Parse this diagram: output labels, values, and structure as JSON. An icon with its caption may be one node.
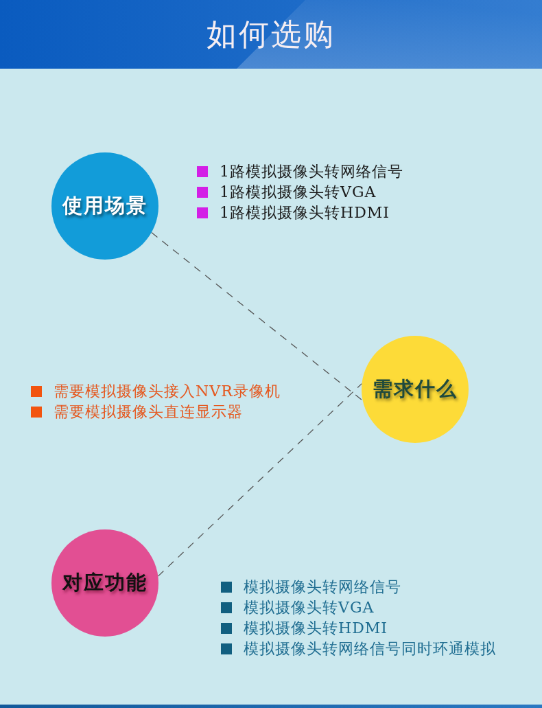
{
  "diagram": {
    "title": "如何选购",
    "nodes": [
      {
        "text": [
          "使用场景"
        ],
        "beside": [
          "1路模拟摄像头转网络信号",
          "1路模拟摄像头转VGA",
          "1路模拟摄像头转HDMI"
        ]
      },
      {
        "text": [
          "需求什么"
        ],
        "beside": [
          "需要模拟摄像头接入NVR录像机",
          "需要模拟摄像头直连显示器"
        ]
      },
      {
        "text": [
          "对应功能"
        ],
        "beside": [
          "模拟摄像头转网络信号",
          "模拟摄像头转VGA",
          "模拟摄像头转HDMI",
          "模拟摄像头转网络信号同时环通模拟"
        ]
      }
    ],
    "edges": [
      {
        "from": 0,
        "to": 1,
        "arrow": "none",
        "style": "dashed"
      },
      {
        "from": 2,
        "to": 1,
        "arrow": "none",
        "style": "dashed"
      }
    ]
  }
}
